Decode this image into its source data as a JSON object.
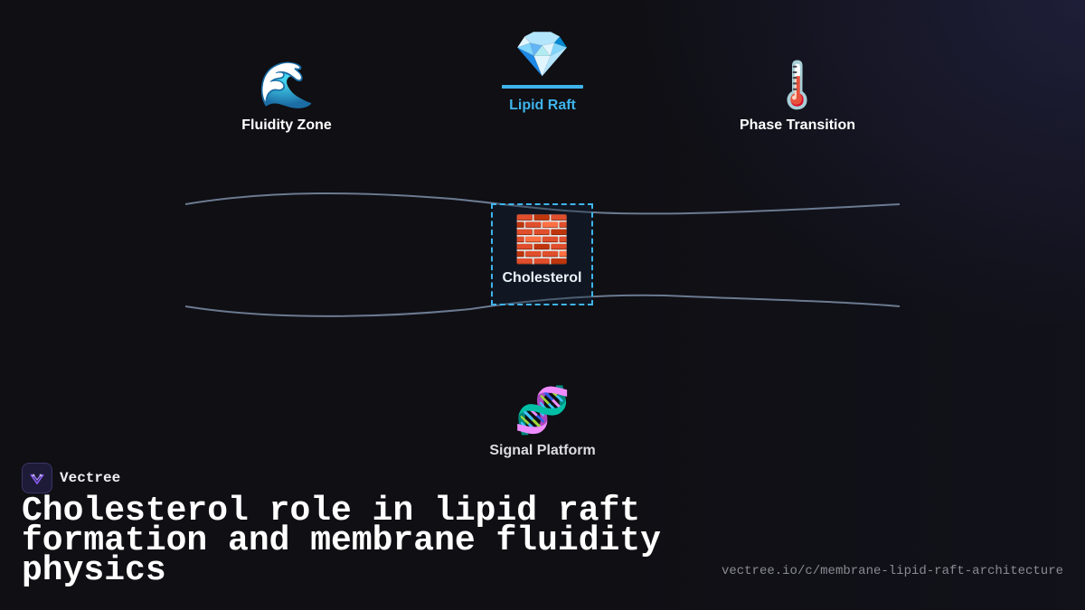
{
  "nodes": {
    "fluidity": {
      "emoji": "🌊",
      "label": "Fluidity Zone"
    },
    "raft": {
      "emoji": "💎",
      "label": "Lipid Raft"
    },
    "phase": {
      "emoji": "🌡️",
      "label": "Phase Transition"
    },
    "cholesterol": {
      "emoji": "🧱",
      "label": "Cholesterol"
    },
    "signal": {
      "emoji": "🧬",
      "label": "Signal Platform"
    }
  },
  "brand": {
    "name": "Vectree",
    "icon": "vectree-logo-icon"
  },
  "title": "Cholesterol role in lipid raft formation and membrane fluidity physics",
  "url": "vectree.io/c/membrane-lipid-raft-architecture",
  "colors": {
    "background": "#0f0f14",
    "accent": "#3fb4ec",
    "membrane_line": "#6b7a90",
    "text": "#ffffff",
    "muted": "#8a8a92"
  }
}
